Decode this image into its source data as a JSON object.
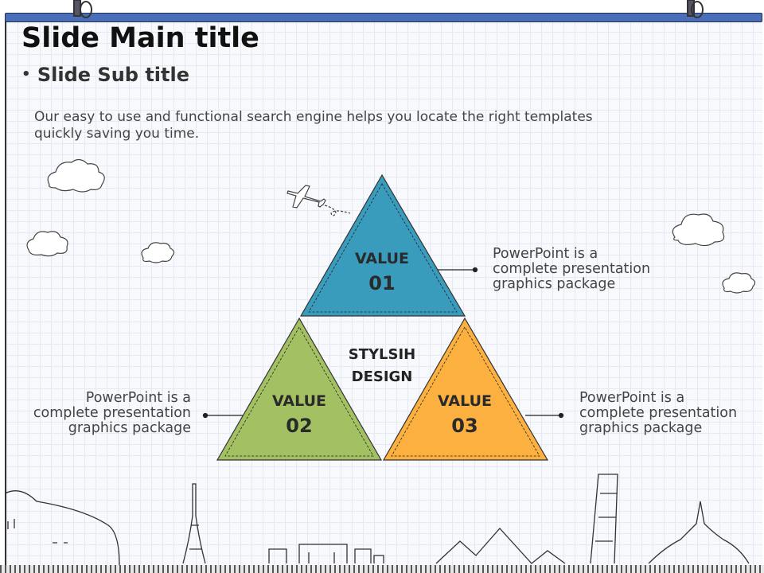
{
  "slide": {
    "title": "Slide Main title",
    "subtitle": "Slide Sub title",
    "bullet": "•",
    "body": "Our easy to use and functional search engine helps you locate the right templates quickly saving you time."
  },
  "diagram": {
    "center": {
      "line1": "STYLSIH",
      "line2": "DESIGN"
    },
    "triangles": [
      {
        "label": "VALUE",
        "number": "01",
        "color": "#3a9cbd",
        "description": [
          "PowerPoint is a",
          "complete presentation",
          "graphics package"
        ]
      },
      {
        "label": "VALUE",
        "number": "02",
        "color": "#a3c063",
        "description": [
          "PowerPoint is a",
          "complete presentation",
          "graphics package"
        ]
      },
      {
        "label": "VALUE",
        "number": "03",
        "color": "#fbb040",
        "description": [
          "PowerPoint is a",
          "complete presentation",
          "graphics package"
        ]
      }
    ]
  },
  "colors": {
    "topbar": "#4a6fb8"
  }
}
